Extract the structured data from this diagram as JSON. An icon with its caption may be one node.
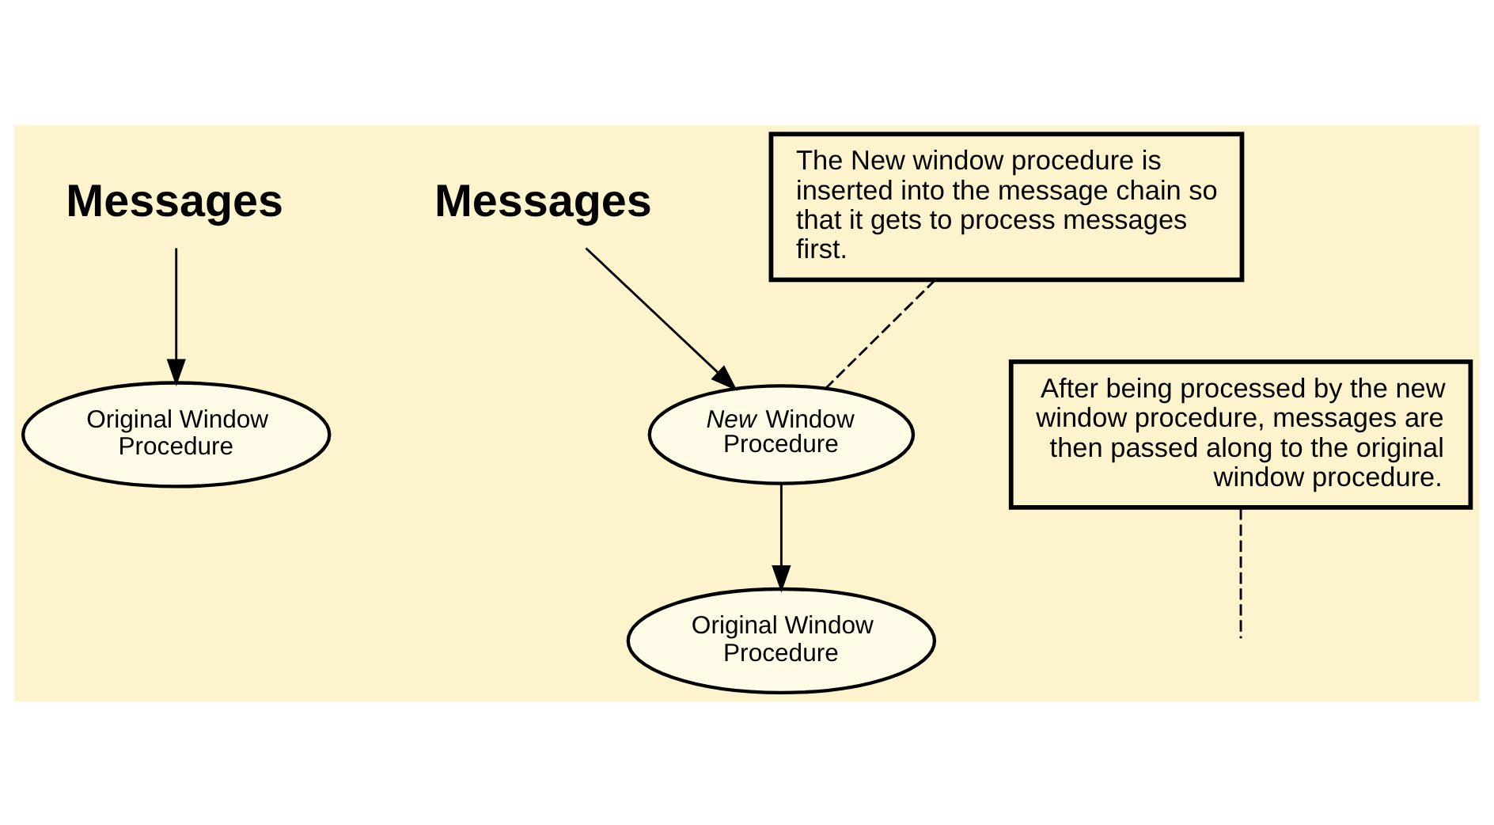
{
  "diagram": {
    "nodes": [
      {
        "text": [
          "Messages"
        ]
      },
      {
        "text": [
          "Original Window Procedure"
        ]
      },
      {
        "text": [
          "Messages"
        ]
      },
      {
        "text": [
          "*New* Window Procedure"
        ]
      },
      {
        "text": [
          "Original Window Procedure"
        ]
      },
      {
        "text": [
          "The New window procedure is inserted into the message chain so that it gets to process messages first."
        ]
      },
      {
        "text": [
          "After being processed by the new window procedure, messages are then passed along to the original window procedure."
        ]
      }
    ],
    "edges": [
      {
        "from": 0,
        "to": 1,
        "arrow": "to"
      },
      {
        "from": 2,
        "to": 3,
        "arrow": "to"
      },
      {
        "from": 3,
        "to": 4,
        "arrow": "to"
      },
      {
        "from": 5,
        "to": 3,
        "arrow": "none",
        "style": "dashed"
      },
      {
        "from": 6,
        "to": null,
        "arrow": "none",
        "style": "dashed"
      }
    ]
  }
}
